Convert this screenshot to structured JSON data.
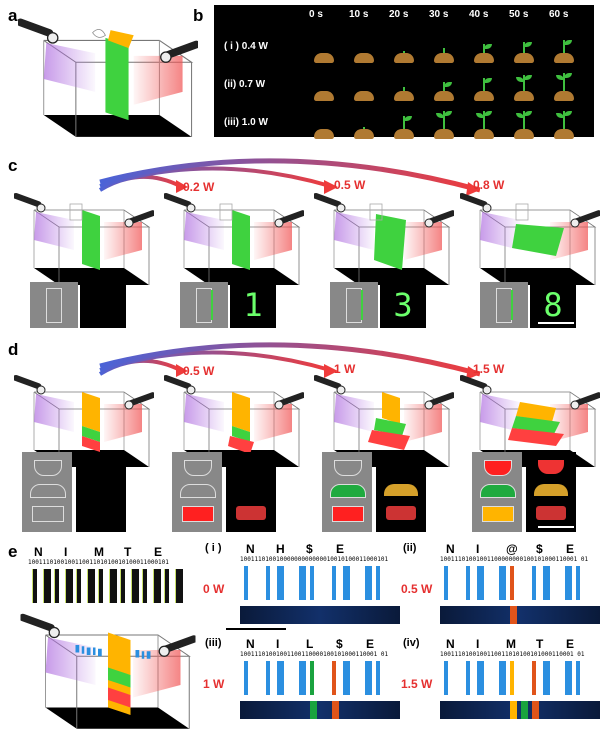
{
  "panels": {
    "a": {
      "label": "a"
    },
    "b": {
      "label": "b",
      "times": [
        "0 s",
        "10 s",
        "20 s",
        "30 s",
        "40 s",
        "50 s",
        "60 s"
      ],
      "rows": [
        "( i ) 0.4 W",
        "(ii) 0.7 W",
        "(iii) 1.0 W"
      ]
    },
    "c": {
      "label": "c",
      "powers": [
        "0.2 W",
        "0.5 W",
        "0.8 W"
      ]
    },
    "d": {
      "label": "d",
      "powers": [
        "0.5 W",
        "1 W",
        "1.5 W"
      ]
    },
    "e": {
      "label": "e",
      "base": {
        "letters": [
          "N",
          "I",
          "M",
          "T",
          "E"
        ],
        "bits": "100111010010011001101010010100011000101"
      },
      "i": {
        "tag": "( i )",
        "power": "0 W",
        "letters": [
          "N",
          "H",
          "$",
          "E"
        ],
        "bits": "10011101001000000000000010010100011000101"
      },
      "ii": {
        "tag": "(ii)",
        "power": "0.5 W",
        "letters": [
          "N",
          "I",
          "@",
          "$",
          "E"
        ],
        "bits": "10011101001001100000000100101000110001 01"
      },
      "iii": {
        "tag": "(iii)",
        "power": "1 W",
        "letters": [
          "N",
          "I",
          "L",
          "$",
          "E"
        ],
        "bits": "10011101001001100110000100101000110001 01"
      },
      "iv": {
        "tag": "(iv)",
        "power": "1.5 W",
        "letters": [
          "N",
          "I",
          "M",
          "T",
          "E"
        ],
        "bits": "1001110100100110011010100101000110001 01"
      }
    }
  },
  "colors": {
    "accent_red": "#e53030",
    "green": "#3fd23f",
    "blue": "#2b8fe0",
    "orange": "#ffb400"
  }
}
